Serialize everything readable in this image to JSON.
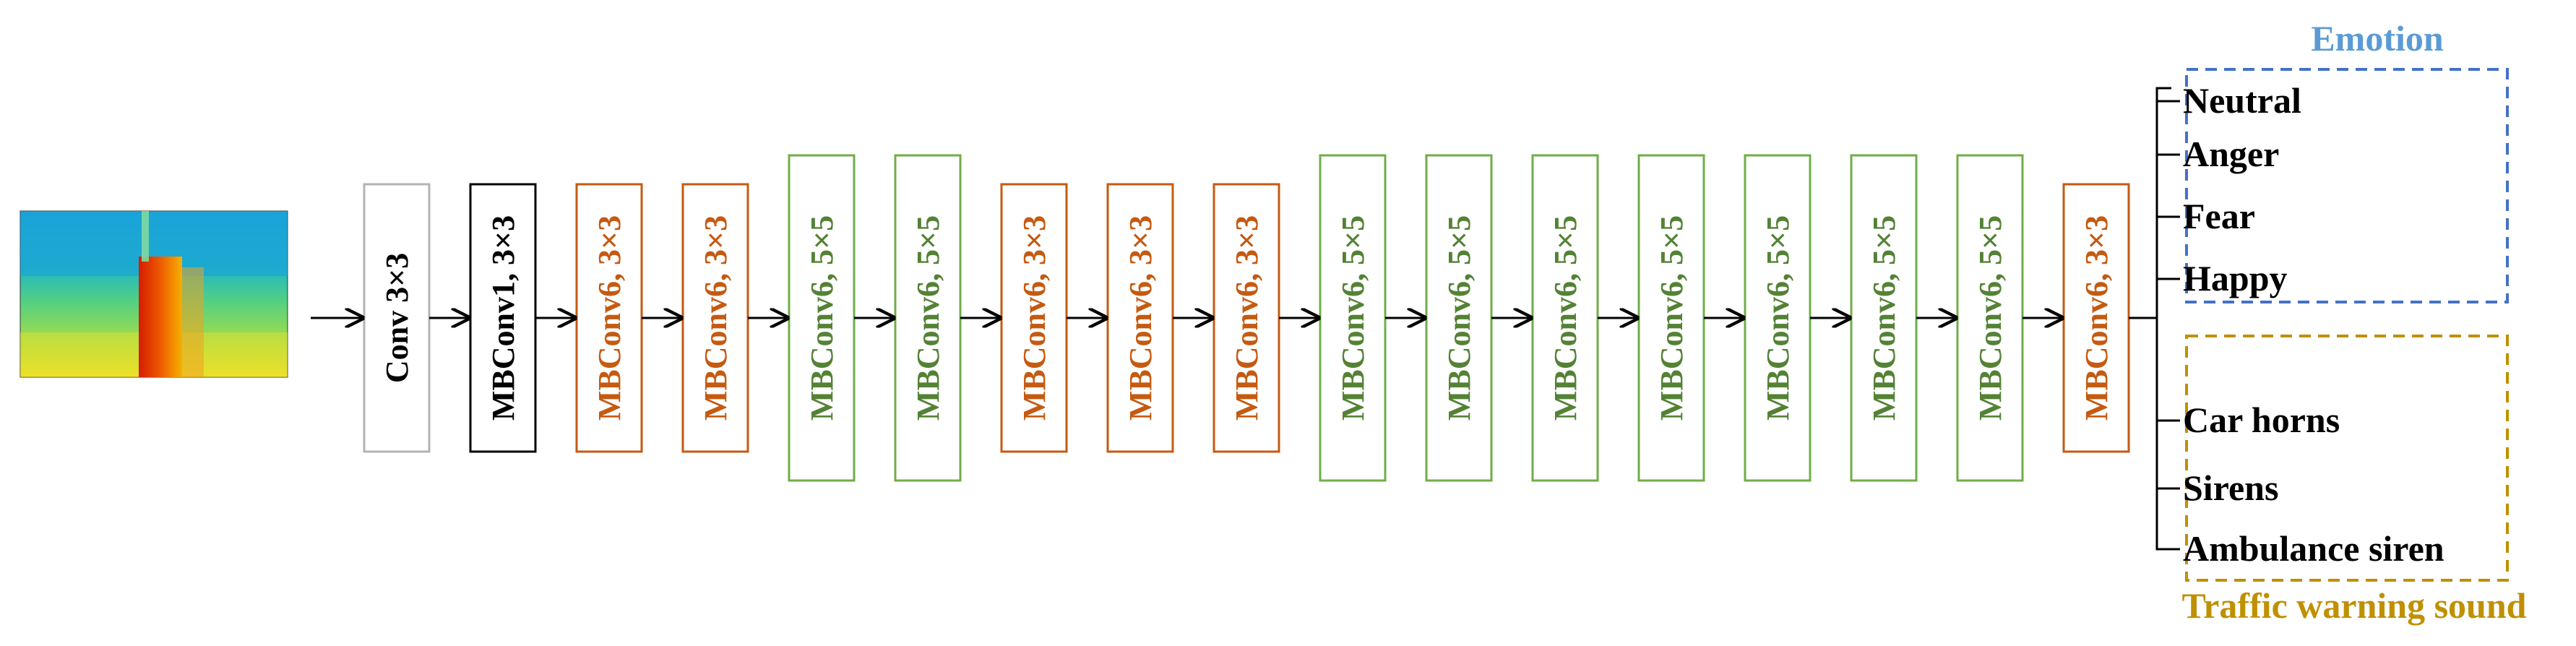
{
  "colors": {
    "conv": "#b3b3b3",
    "mbconv1": "#000000",
    "mbconv6_3x3": "#c55a11",
    "mbconv6_5x5": "#70ad47",
    "mbconv6_5x5_text": "#548235",
    "emotion": "#5b9bd5",
    "emotion_box": "#4472c4",
    "traffic": "#bf9000",
    "traffic_box": "#bf9000"
  },
  "input_icon": "spectrogram-image",
  "blocks": [
    {
      "label": "Conv 3×3",
      "kind": "conv"
    },
    {
      "label": "MBConv1, 3×3",
      "kind": "mbconv1"
    },
    {
      "label": "MBConv6, 3×3",
      "kind": "mbconv6_3x3"
    },
    {
      "label": "MBConv6, 3×3",
      "kind": "mbconv6_3x3"
    },
    {
      "label": "MBConv6, 5×5",
      "kind": "mbconv6_5x5"
    },
    {
      "label": "MBConv6, 5×5",
      "kind": "mbconv6_5x5"
    },
    {
      "label": "MBConv6, 3×3",
      "kind": "mbconv6_3x3"
    },
    {
      "label": "MBConv6, 3×3",
      "kind": "mbconv6_3x3"
    },
    {
      "label": "MBConv6, 3×3",
      "kind": "mbconv6_3x3"
    },
    {
      "label": "MBConv6, 5×5",
      "kind": "mbconv6_5x5"
    },
    {
      "label": "MBConv6, 5×5",
      "kind": "mbconv6_5x5"
    },
    {
      "label": "MBConv6, 5×5",
      "kind": "mbconv6_5x5"
    },
    {
      "label": "MBConv6, 5×5",
      "kind": "mbconv6_5x5"
    },
    {
      "label": "MBConv6, 5×5",
      "kind": "mbconv6_5x5"
    },
    {
      "label": "MBConv6, 5×5",
      "kind": "mbconv6_5x5"
    },
    {
      "label": "MBConv6, 5×5",
      "kind": "mbconv6_5x5"
    },
    {
      "label": "MBConv6, 3×3",
      "kind": "mbconv6_3x3"
    }
  ],
  "outputs": {
    "emotion": {
      "title": "Emotion",
      "classes": [
        "Neutral",
        "Anger",
        "Fear",
        "Happy"
      ]
    },
    "traffic": {
      "title": "Traffic warning sound",
      "classes": [
        "Car horns",
        "Sirens",
        "Ambulance siren"
      ]
    }
  }
}
